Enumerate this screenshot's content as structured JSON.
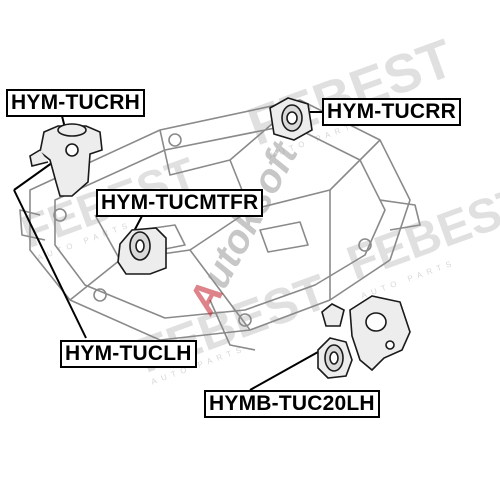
{
  "watermarks": {
    "brand": "FEBEST",
    "subtitle": "AUTO PARTS",
    "site_prefix": "A",
    "site_rest": "utoksoft"
  },
  "parts": {
    "engine_mount_rh": "HYM-TUCRH",
    "engine_mount_rr": "HYM-TUCRR",
    "engine_mount_fr": "HYM-TUCMTFR",
    "engine_mount_lh": "HYM-TUCLH",
    "bushing_lh": "HYMB-TUC20LH"
  },
  "colors": {
    "line": "#000000",
    "part_fill": "#ededed",
    "part_stroke": "#1a1a1a",
    "frame_stroke": "#8a8a8a",
    "watermark": "#c8c8c8",
    "accent_red": "#c41e2a"
  }
}
